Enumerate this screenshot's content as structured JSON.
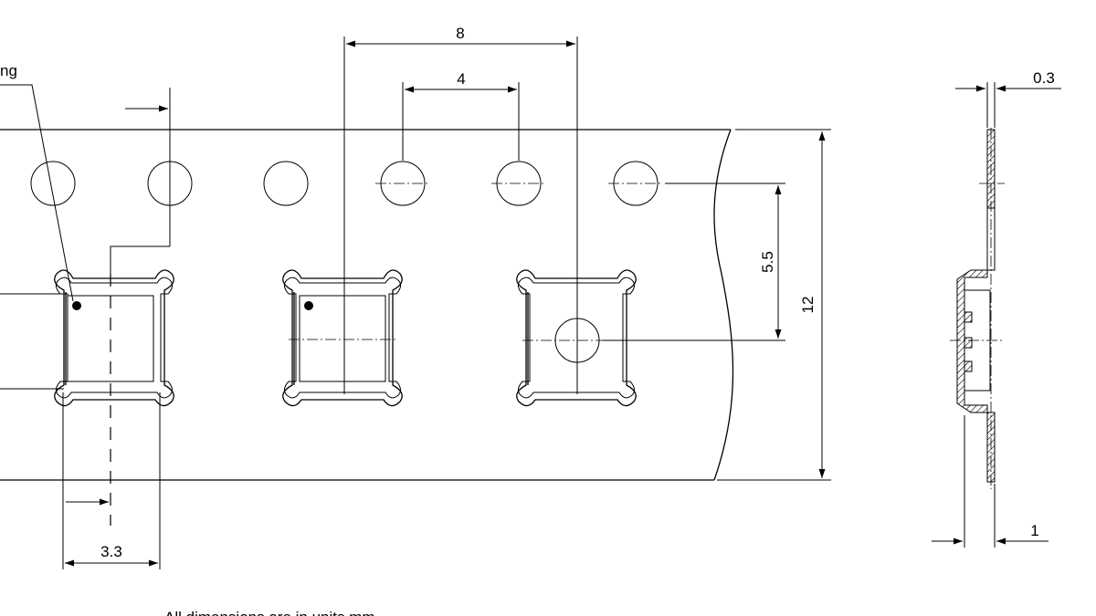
{
  "labels": {
    "marking": "ng",
    "pitch_8": "8",
    "pitch_4": "4",
    "offset_5_5": "5.5",
    "width_12": "12",
    "offset_3_3": "3.3",
    "thickness_0_3": "0.3",
    "depth_1": "1",
    "note": "All dimensions are in units mm"
  },
  "colors": {
    "line": "#000000",
    "background": "#ffffff",
    "hatch": "#000000"
  }
}
